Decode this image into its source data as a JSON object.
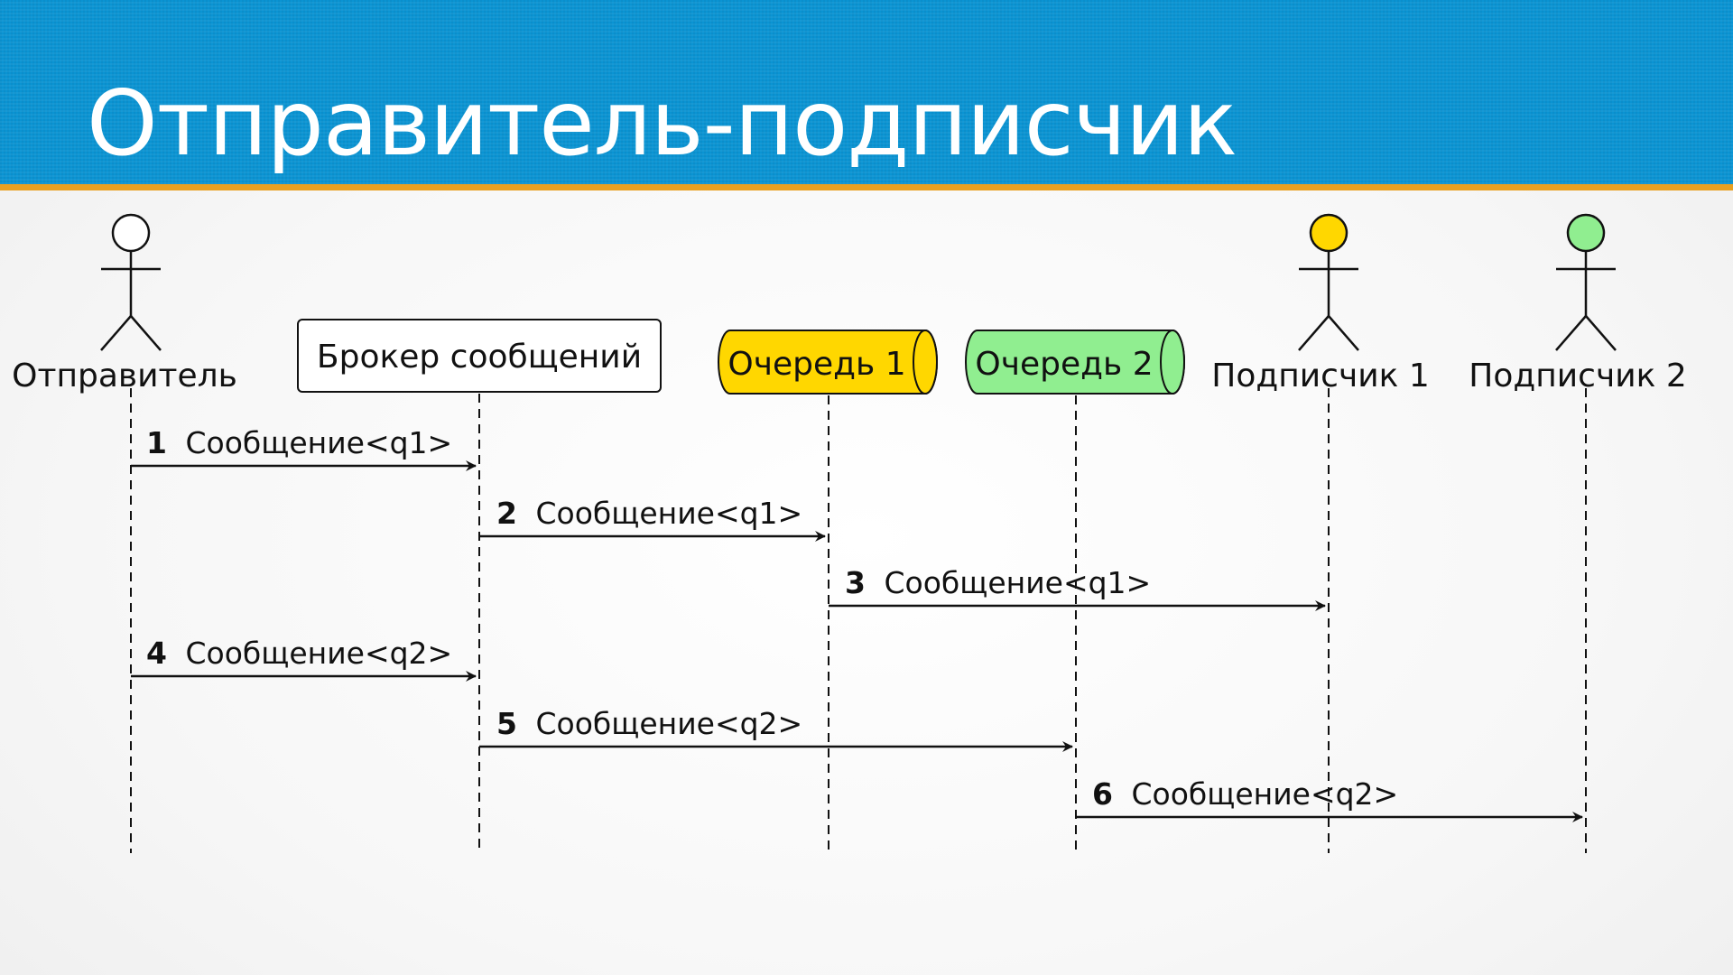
{
  "title": "Отправитель-подписчик",
  "colors": {
    "header": "#0a94d3",
    "header_rule": "#e8a020",
    "queue_1": "#ffd700",
    "queue_2": "#90ee90",
    "subscriber_1_head": "#ffd700",
    "subscriber_2_head": "#90ee90"
  },
  "participants": {
    "sender": "Отправитель",
    "broker": "Брокер сообщений",
    "queue_1": "Очередь 1",
    "queue_2": "Очередь 2",
    "subscriber_1": "Подписчик 1",
    "subscriber_2": "Подписчик 2"
  },
  "messages": [
    {
      "number": "1",
      "label": "Сообщение<q1>",
      "from": "sender",
      "to": "broker"
    },
    {
      "number": "2",
      "label": "Сообщение<q1>",
      "from": "broker",
      "to": "queue_1"
    },
    {
      "number": "3",
      "label": "Сообщение<q1>",
      "from": "queue_1",
      "to": "subscriber_1"
    },
    {
      "number": "4",
      "label": "Сообщение<q2>",
      "from": "sender",
      "to": "broker"
    },
    {
      "number": "5",
      "label": "Сообщение<q2>",
      "from": "broker",
      "to": "queue_2"
    },
    {
      "number": "6",
      "label": "Сообщение<q2>",
      "from": "queue_2",
      "to": "subscriber_2"
    }
  ]
}
